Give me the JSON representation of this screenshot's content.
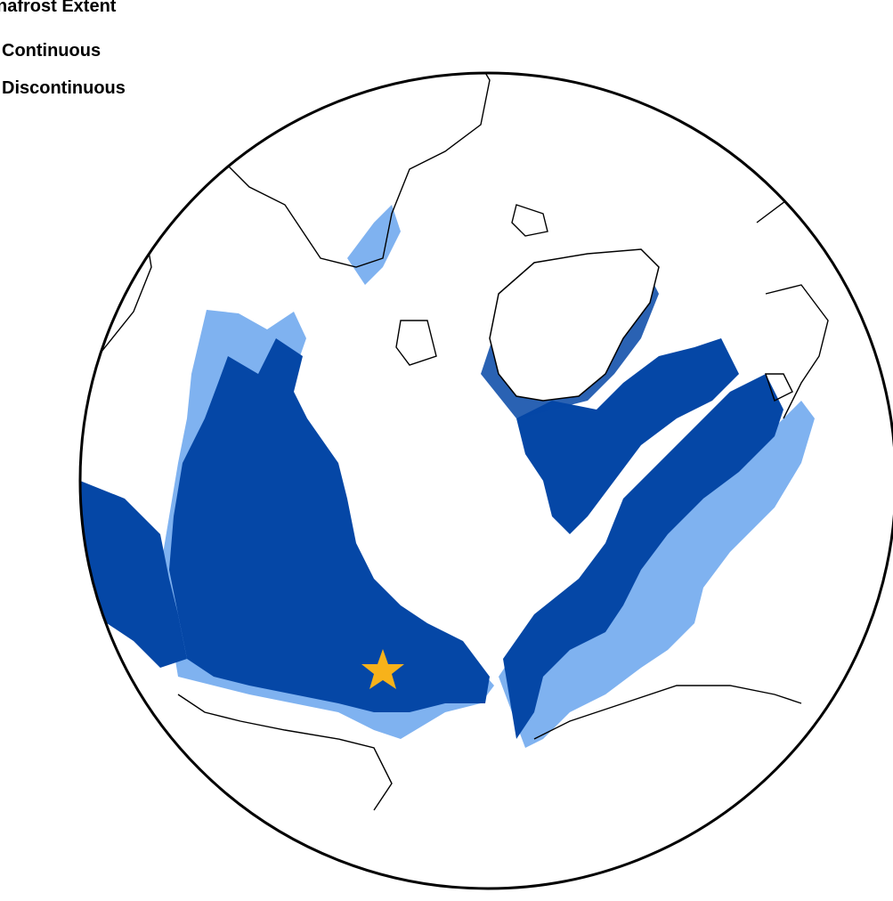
{
  "legend": {
    "title": "nafrost Extent",
    "items": [
      {
        "label": "Continuous",
        "color": "#0547a6"
      },
      {
        "label": "Discontinuous",
        "color": "#7fb2f0"
      }
    ]
  },
  "colors": {
    "continuous": "#0547a6",
    "discontinuous": "#7fb2f0",
    "marker": "#f7b21a",
    "boundary": "#000000"
  },
  "marker": {
    "icon": "star-icon"
  }
}
